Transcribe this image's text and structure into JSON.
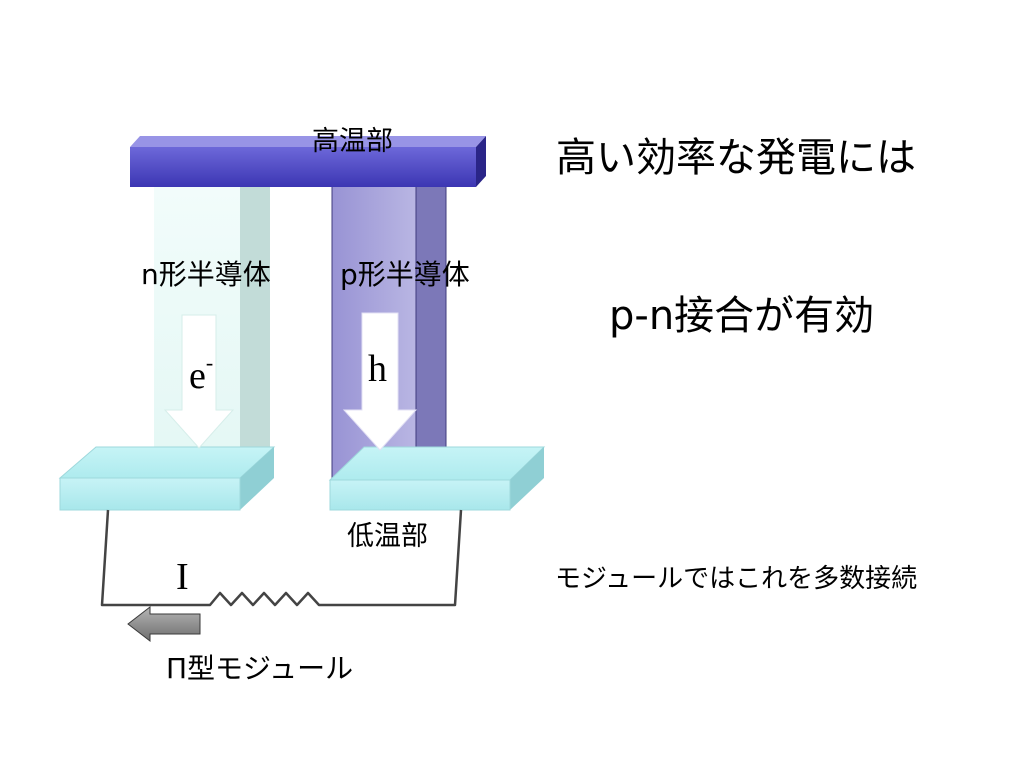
{
  "diagram": {
    "hot_side_label": "高温部",
    "cold_side_label": "低温部",
    "n_type_label": "n形半導体",
    "p_type_label": "p形半導体",
    "electron_label": "e",
    "electron_charge": "-",
    "hole_label": "h",
    "current_label": "I",
    "module_label": "Π型モジュール"
  },
  "notes": {
    "headline": "高い効率な発電には",
    "junction_note": "p-n接合が有効",
    "module_note": "モジュールではこれを多数接続"
  },
  "colors": {
    "hot_side": "#4a44c4",
    "n_type": "#eafaf8",
    "p_type": "#a9a5da",
    "cold_side": "#b9eff2",
    "current_arrow": "#8a8a8a"
  }
}
